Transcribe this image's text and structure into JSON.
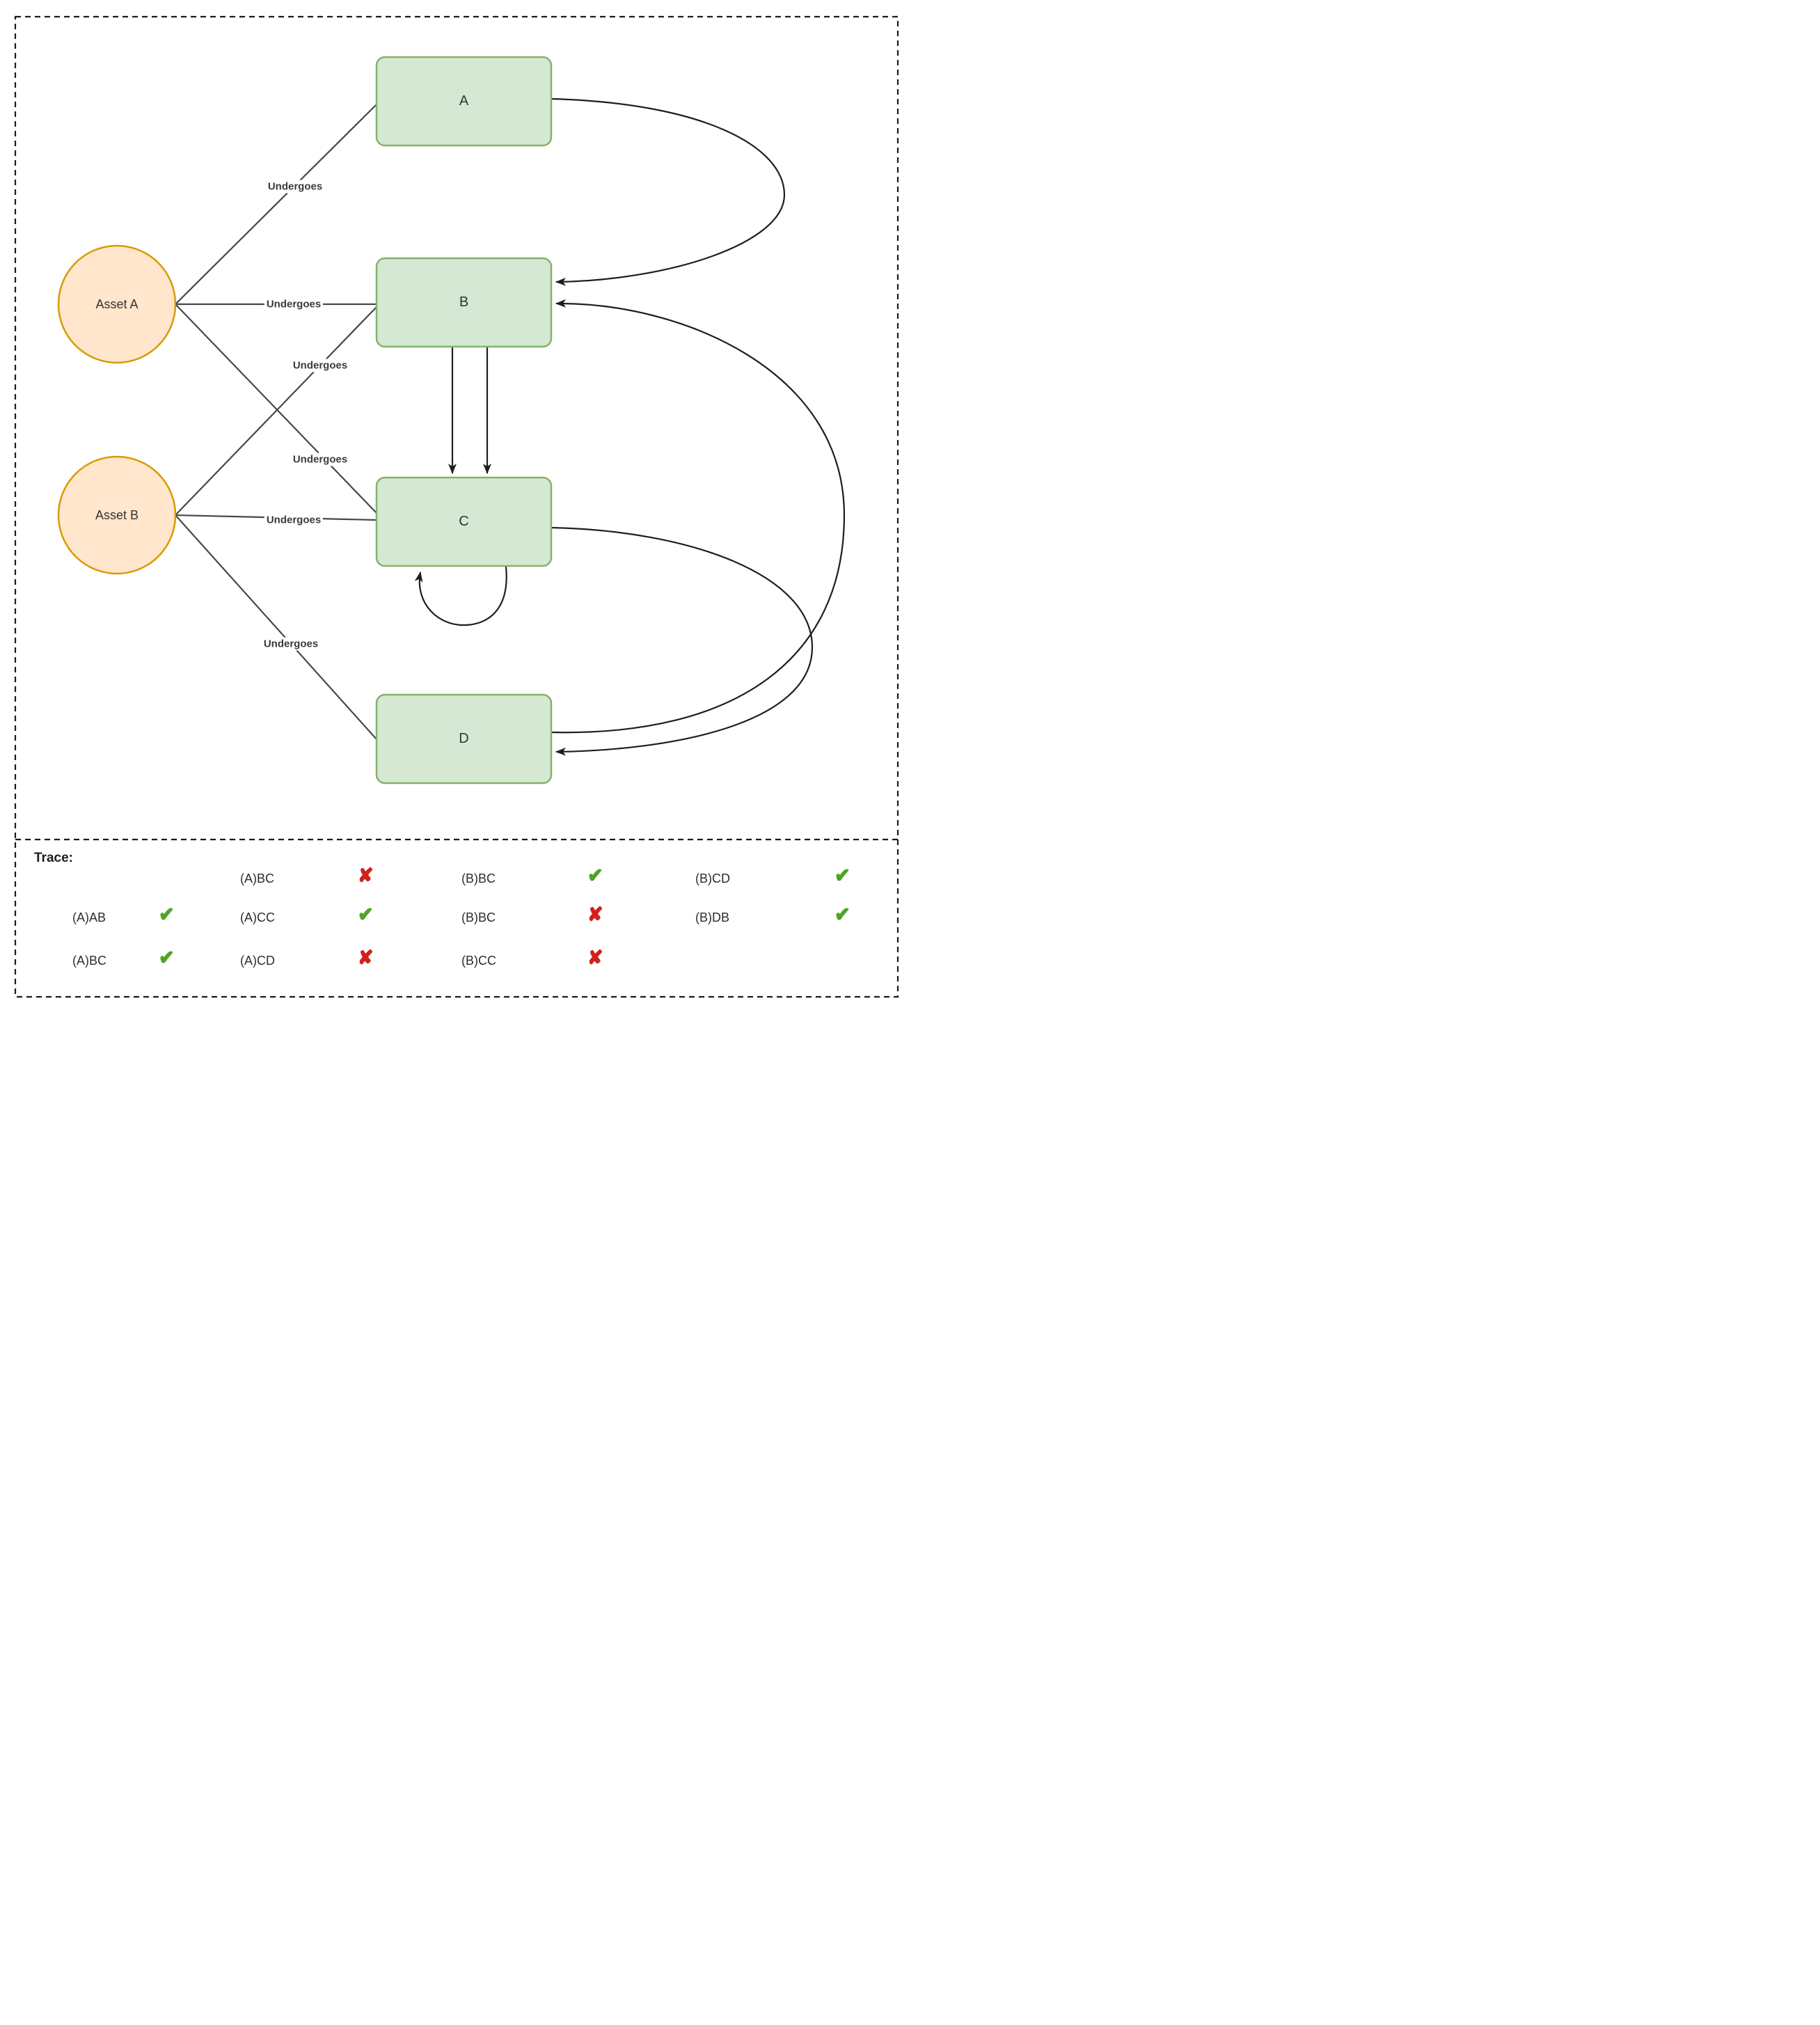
{
  "diagram": {
    "edge_label": "Undergoes",
    "assets": [
      {
        "label": "Asset A"
      },
      {
        "label": "Asset B"
      }
    ],
    "nodes": [
      {
        "label": "A"
      },
      {
        "label": "B"
      },
      {
        "label": "C"
      },
      {
        "label": "D"
      }
    ],
    "edges": {
      "asset_a_undergoes": [
        "A",
        "B",
        "C"
      ],
      "asset_b_undergoes": [
        "B",
        "C",
        "D"
      ],
      "state_transitions": [
        "A→B",
        "B→C",
        "B→C",
        "C→C",
        "C→D",
        "D→B"
      ]
    },
    "colors": {
      "node_fill": "#d5e8d4",
      "node_stroke": "#82b366",
      "asset_fill": "#ffe6cc",
      "asset_stroke": "#d79b00",
      "line": "#444444",
      "arrow": "#1e1e1e",
      "pass_green": "#4ba81f",
      "fail_red": "#d42019"
    }
  },
  "trace": {
    "title": "Trace:",
    "columns": [
      {
        "items": [
          {
            "label": "(A)AB",
            "icon": "✔",
            "status": "pass"
          },
          {
            "label": "(A)BC",
            "icon": "✔",
            "status": "pass"
          }
        ]
      },
      {
        "items": [
          {
            "label": "(A)BC",
            "icon": "✘",
            "status": "fail"
          },
          {
            "label": "(A)CC",
            "icon": "✔",
            "status": "pass"
          },
          {
            "label": "(A)CD",
            "icon": "✘",
            "status": "fail"
          }
        ]
      },
      {
        "items": [
          {
            "label": "(B)BC",
            "icon": "✔",
            "status": "pass"
          },
          {
            "label": "(B)BC",
            "icon": "✘",
            "status": "fail"
          },
          {
            "label": "(B)CC",
            "icon": "✘",
            "status": "fail"
          }
        ]
      },
      {
        "items": [
          {
            "label": "(B)CD",
            "icon": "✔",
            "status": "pass"
          },
          {
            "label": "(B)DB",
            "icon": "✔",
            "status": "pass"
          }
        ]
      }
    ]
  }
}
